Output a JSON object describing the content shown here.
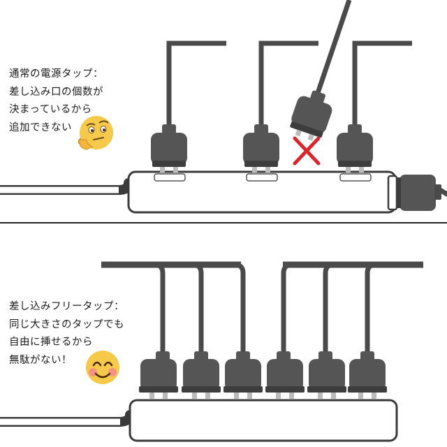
{
  "top_panel": {
    "caption": [
      "通常の電源タップ：",
      "差し込み口の個数が",
      "決まっているから",
      "追加できない"
    ],
    "emoji": "thinking-face-icon",
    "blocked_marker": "cross-mark-icon"
  },
  "bottom_panel": {
    "caption": [
      "差し込みフリータップ：",
      "同じ大きさのタップでも",
      "自由に挿せるから",
      "無駄がない！"
    ],
    "emoji": "smiling-face-icon",
    "plug_count": 6
  },
  "colors": {
    "plug": "#555555",
    "plug_dark": "#3d3d3d",
    "cable": "#4a4a4a",
    "strip_outline": "#3a3a3a",
    "cross": "#d9262c",
    "emoji_face": "#f7c94a",
    "divider": "#222222"
  }
}
